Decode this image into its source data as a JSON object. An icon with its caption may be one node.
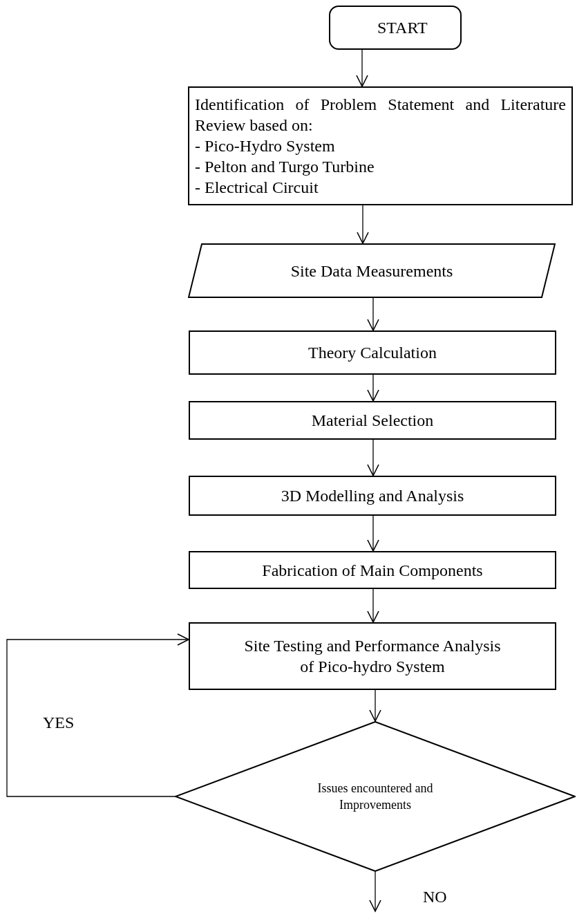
{
  "diagram": {
    "nodes": [
      {
        "text": [
          "START"
        ]
      },
      {
        "text": [
          "Identification of Problem Statement and Literature Review based on:",
          "- Pico-Hydro System",
          "- Pelton and Turgo Turbine",
          "- Electrical Circuit"
        ]
      },
      {
        "text": [
          "Site Data Measurements"
        ]
      },
      {
        "text": [
          "Theory Calculation"
        ]
      },
      {
        "text": [
          "Material Selection"
        ]
      },
      {
        "text": [
          "3D Modelling and Analysis"
        ]
      },
      {
        "text": [
          "Fabrication of Main Components"
        ]
      },
      {
        "text": [
          "Site Testing and Performance Analysis of Pico-hydro System"
        ]
      },
      {
        "text": [
          "Issues encountered and Improvements"
        ]
      }
    ],
    "edges": [
      {
        "from": 0,
        "to": 1,
        "arrow": "to"
      },
      {
        "from": 1,
        "to": 2,
        "arrow": "to"
      },
      {
        "from": 2,
        "to": 3,
        "arrow": "to"
      },
      {
        "from": 3,
        "to": 4,
        "arrow": "to"
      },
      {
        "from": 4,
        "to": 5,
        "arrow": "to"
      },
      {
        "from": 5,
        "to": 6,
        "arrow": "to"
      },
      {
        "from": 6,
        "to": 7,
        "arrow": "to"
      },
      {
        "from": 7,
        "to": 8,
        "arrow": "to"
      },
      {
        "from": 8,
        "to": 7,
        "arrow": "to",
        "label": "YES"
      },
      {
        "from": 8,
        "to": null,
        "arrow": "to",
        "label": "NO"
      }
    ]
  }
}
